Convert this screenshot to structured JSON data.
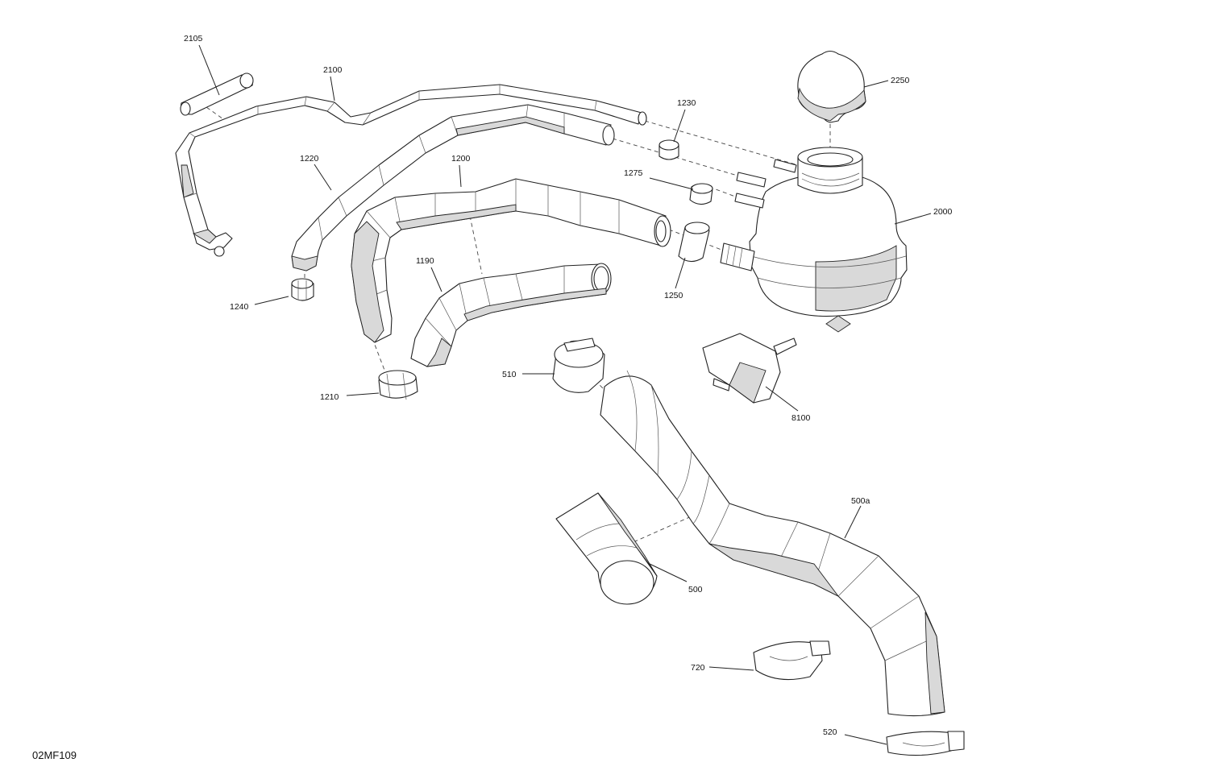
{
  "drawing_code": "02MF109",
  "labels": {
    "p2105": "2105",
    "p2100": "2100",
    "p1230": "1230",
    "p2250": "2250",
    "p1220": "1220",
    "p1200": "1200",
    "p1275": "1275",
    "p2000": "2000",
    "p1190": "1190",
    "p1250": "1250",
    "p1240": "1240",
    "p1210": "1210",
    "p510": "510",
    "p8100": "8100",
    "p500a": "500a",
    "p500": "500",
    "p720": "720",
    "p520": "520"
  }
}
